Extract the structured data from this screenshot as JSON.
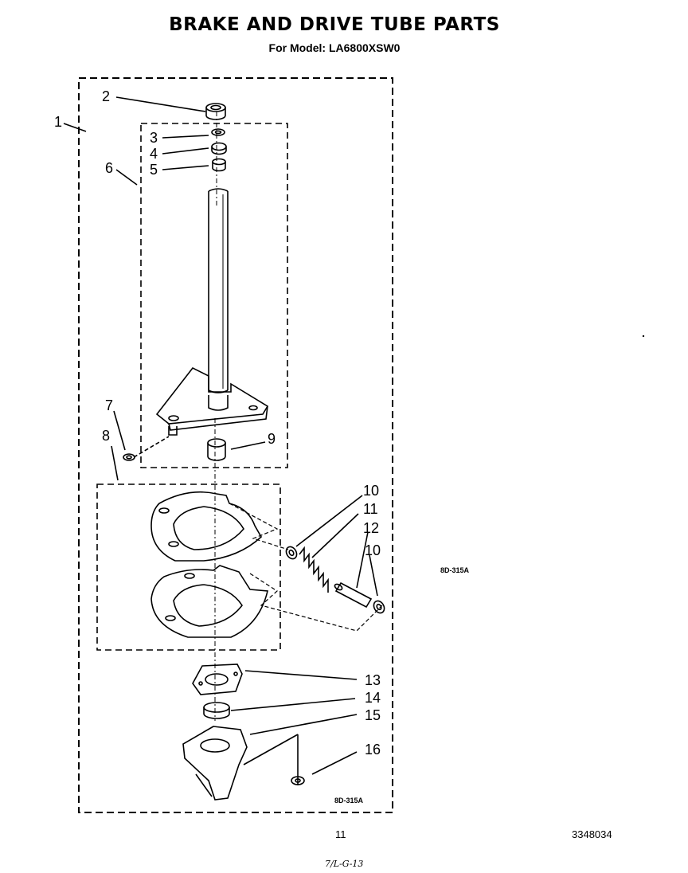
{
  "header": {
    "title": "BRAKE AND DRIVE TUBE PARTS",
    "model": "For Model: LA6800XSW0"
  },
  "callouts": [
    "1",
    "2",
    "3",
    "4",
    "5",
    "6",
    "7",
    "8",
    "9",
    "10",
    "11",
    "12",
    "10",
    "13",
    "14",
    "15",
    "16"
  ],
  "diagram_codes": [
    "8D-315A",
    "8D-315A"
  ],
  "footer": {
    "page_number": "11",
    "part_number": "3348034",
    "handwritten_note": "7/L-G-13"
  }
}
